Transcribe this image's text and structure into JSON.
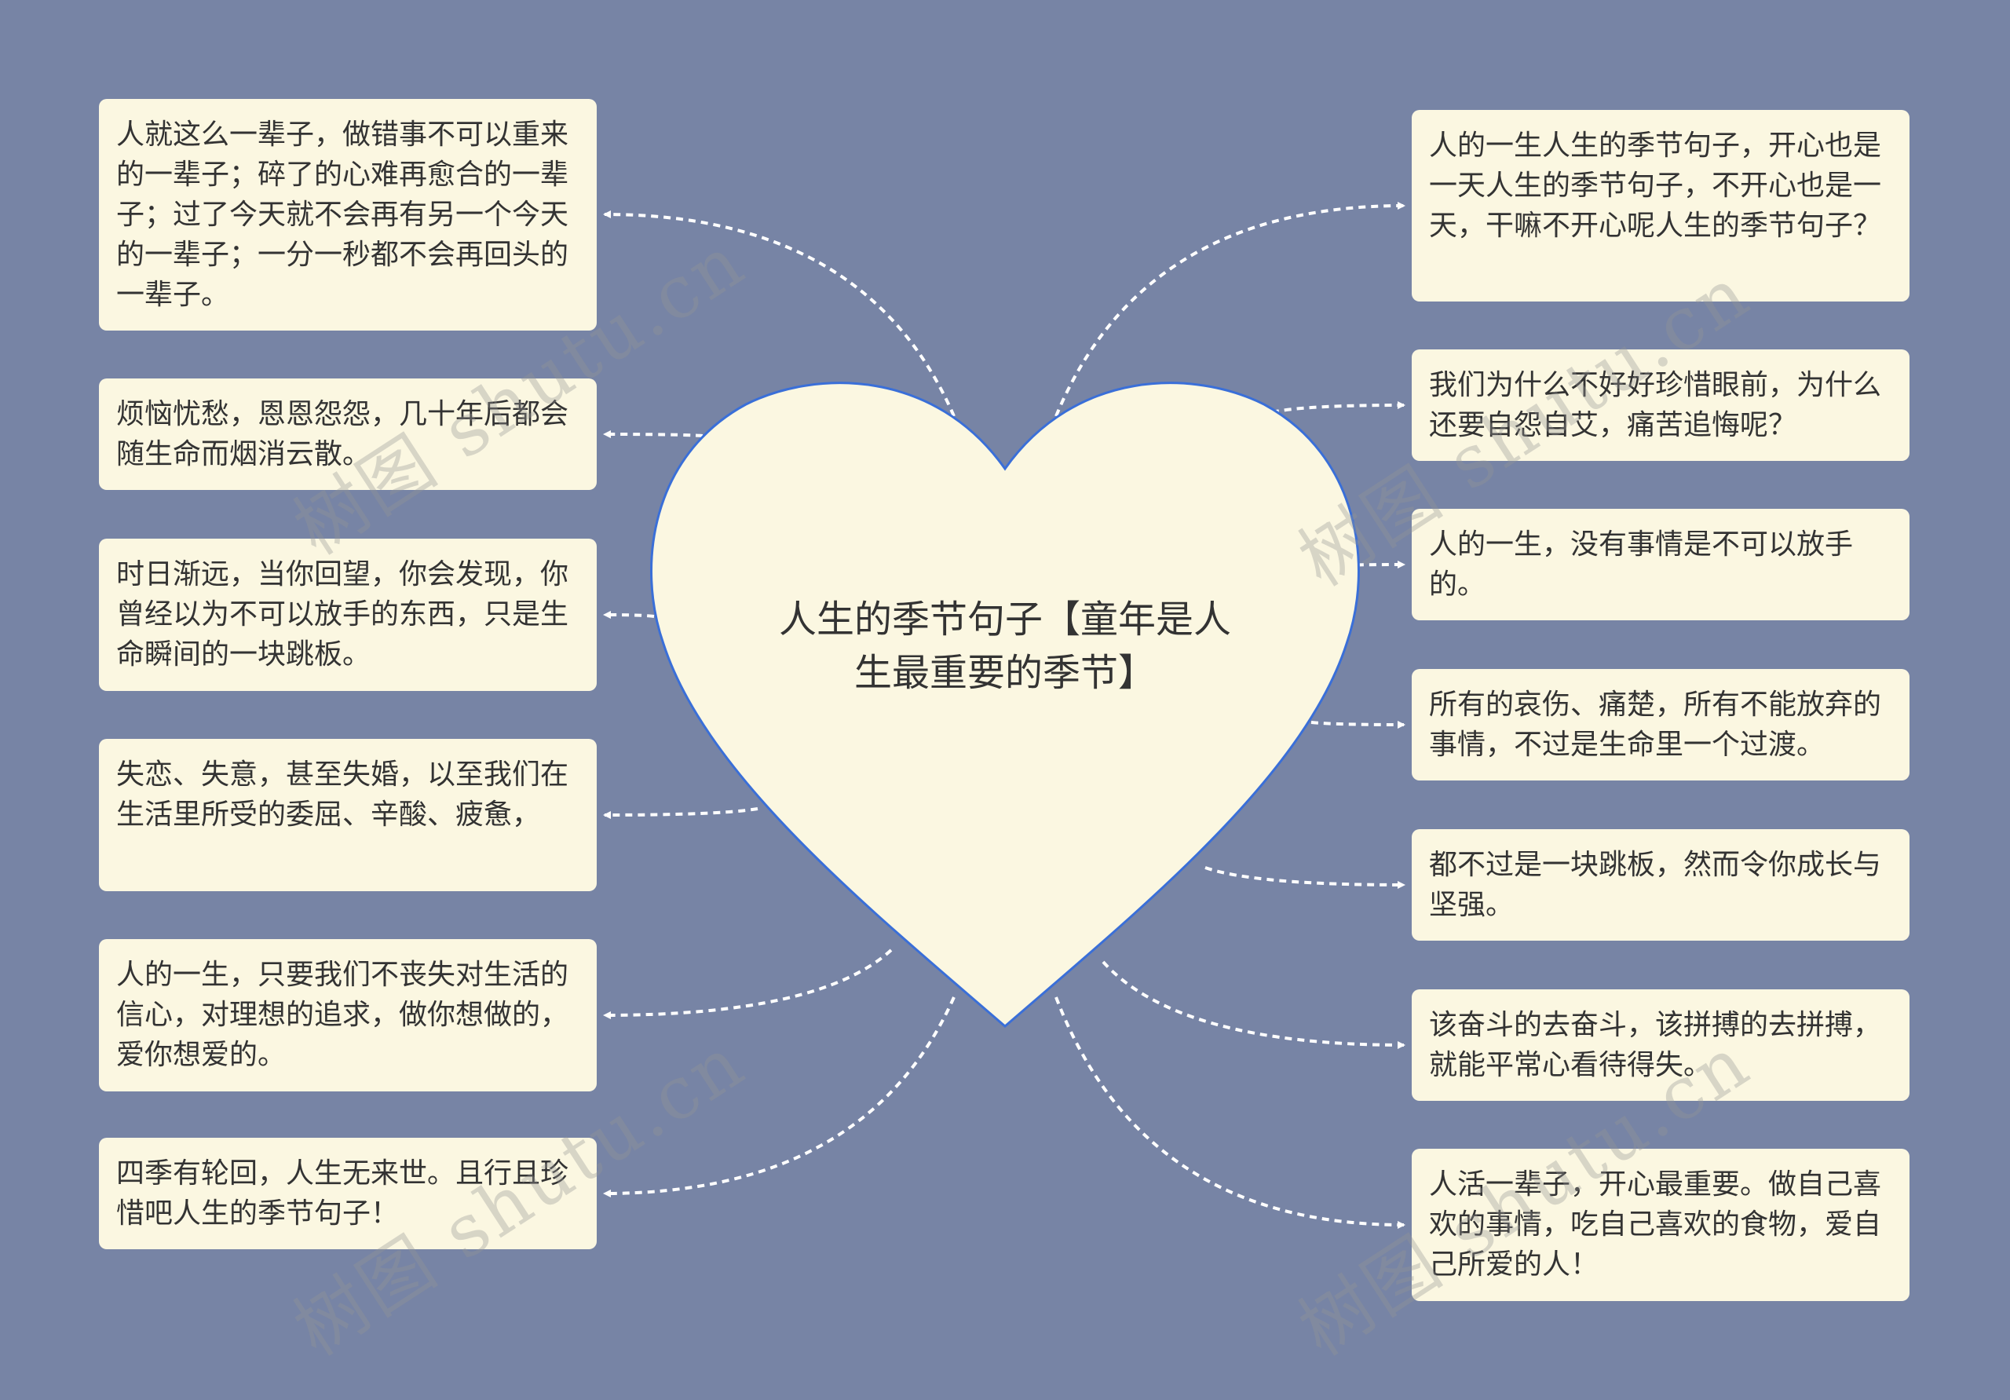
{
  "center": {
    "title": "人生的季节句子【童年是人生最重要的季节】"
  },
  "left_nodes": [
    {
      "text": "人就这么一辈子，做错事不可以重来的一辈子；碎了的心难再愈合的一辈子；过了今天就不会再有另一个今天的一辈子；一分一秒都不会再回头的一辈子。"
    },
    {
      "text": "烦恼忧愁，恩恩怨怨，几十年后都会随生命而烟消云散。"
    },
    {
      "text": "时日渐远，当你回望，你会发现，你曾经以为不可以放手的东西，只是生命瞬间的一块跳板。"
    },
    {
      "text": "失恋、失意，甚至失婚，以至我们在生活里所受的委屈、辛酸、疲惫，"
    },
    {
      "text": "人的一生，只要我们不丧失对生活的信心，对理想的追求，做你想做的，爱你想爱的。"
    },
    {
      "text": "四季有轮回，人生无来世。且行且珍惜吧人生的季节句子！"
    }
  ],
  "right_nodes": [
    {
      "text": "人的一生人生的季节句子，开心也是一天人生的季节句子，不开心也是一天，干嘛不开心呢人生的季节句子？"
    },
    {
      "text": "我们为什么不好好珍惜眼前，为什么还要自怨自艾，痛苦追悔呢？"
    },
    {
      "text": "人的一生，没有事情是不可以放手的。"
    },
    {
      "text": "所有的哀伤、痛楚，所有不能放弃的事情，不过是生命里一个过渡。"
    },
    {
      "text": "都不过是一块跳板，然而令你成长与坚强。"
    },
    {
      "text": "该奋斗的去奋斗，该拼搏的去拼搏，就能平常心看待得失。"
    },
    {
      "text": "人活一辈子，开心最重要。做自己喜欢的事情，吃自己喜欢的食物，爱自己所爱的人！"
    }
  ],
  "watermark": "树图 shutu.cn",
  "colors": {
    "background": "#7784a5",
    "node_fill": "#fbf7e1",
    "heart_stroke": "#3a6fd8",
    "connector": "#ffffff",
    "text": "#333333"
  }
}
